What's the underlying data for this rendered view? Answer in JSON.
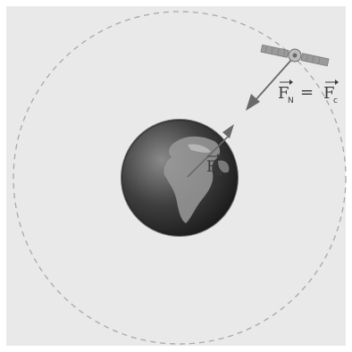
{
  "diagram": {
    "earth_force_label": {
      "main": "F",
      "sub": "N"
    },
    "satellite_force_label": {
      "left_main": "F",
      "left_sub": "N",
      "equals": "=",
      "right_main": "F",
      "right_sub": "c"
    }
  },
  "colors": {
    "panel_background": "#e9e9e9",
    "orbit_stroke": "#a8a8a8",
    "arrow": "#6a6a6a",
    "earth_ocean": "#3b3b3b",
    "earth_land": "#9a9a9a",
    "label_text": "#3a3a3a"
  },
  "icons": {
    "satellite": "satellite-icon",
    "earth": "globe-icon"
  }
}
